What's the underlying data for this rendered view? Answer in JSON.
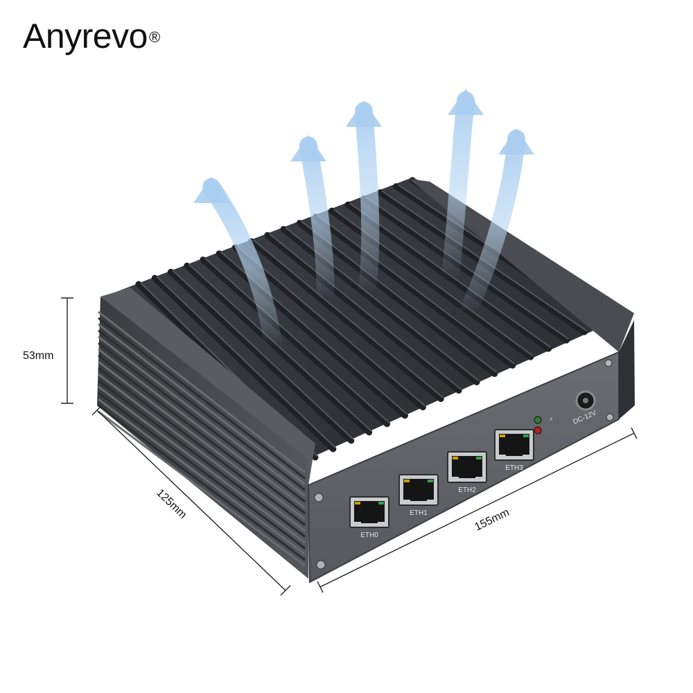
{
  "brand": {
    "name": "Anyrevo",
    "mark": "®"
  },
  "product": {
    "ports": [
      "ETH0",
      "ETH1",
      "ETH2",
      "ETH3"
    ],
    "power_label": "DC-12V"
  },
  "dimensions": {
    "height": "53mm",
    "depth": "125mm",
    "width": "155mm"
  },
  "colors": {
    "body": "#4a4c50",
    "panel": "#5f6166",
    "fin_dark": "#1f2125",
    "fin_light": "#55585d",
    "airflow": "#a9cdf0",
    "led_green": "#2f7d3a",
    "led_red": "#b22222"
  }
}
